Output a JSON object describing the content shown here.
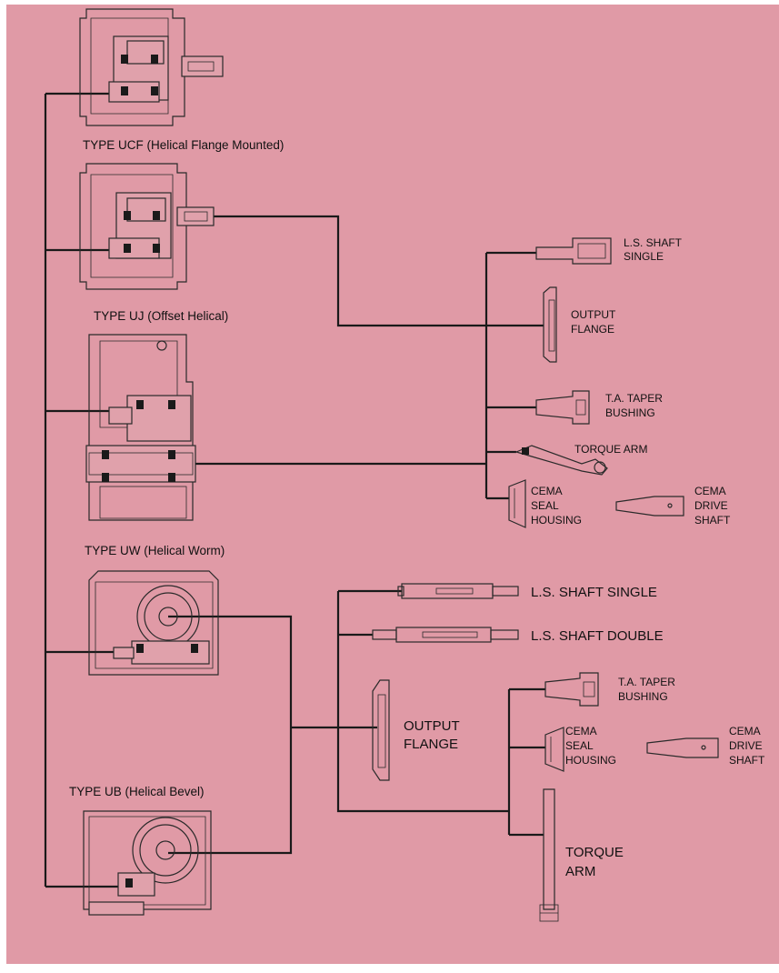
{
  "colors": {
    "background": "#e09aa6",
    "frame": "#ffffff",
    "line": "#1a1a1a"
  },
  "types": {
    "ucf": "TYPE UCF (Helical Flange Mounted)",
    "uj": "TYPE UJ (Offset Helical)",
    "uw": "TYPE UW (Helical Worm)",
    "ub": "TYPE UB (Helical Bevel)"
  },
  "upper_group": {
    "ls_shaft_single": [
      "L.S. SHAFT",
      "SINGLE"
    ],
    "output_flange": [
      "OUTPUT",
      "FLANGE"
    ],
    "ta_taper_bushing": [
      "T.A. TAPER",
      "BUSHING"
    ],
    "torque_arm": "TORQUE ARM",
    "cema_seal_housing": [
      "CEMA",
      "SEAL",
      "HOUSING"
    ],
    "cema_drive_shaft": [
      "CEMA",
      "DRIVE",
      "SHAFT"
    ]
  },
  "lower_group": {
    "ls_shaft_single": "L.S. SHAFT SINGLE",
    "ls_shaft_double": "L.S. SHAFT DOUBLE",
    "output_flange": [
      "OUTPUT",
      "FLANGE"
    ],
    "ta_taper_bushing": [
      "T.A. TAPER",
      "BUSHING"
    ],
    "cema_seal_housing": [
      "CEMA",
      "SEAL",
      "HOUSING"
    ],
    "cema_drive_shaft": [
      "CEMA",
      "DRIVE",
      "SHAFT"
    ],
    "torque_arm": [
      "TORQUE",
      "ARM"
    ]
  }
}
